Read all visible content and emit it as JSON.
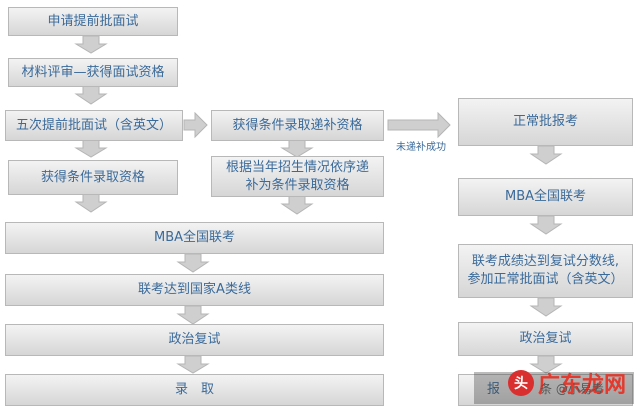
{
  "left_column": {
    "apply": "申请提前批面试",
    "review": "材料评审—获得面试资格",
    "interview": "五次提前批面试（含英文）",
    "conditional": "获得条件录取资格"
  },
  "middle_column": {
    "gain_supplement": "获得条件录取递补资格",
    "supplement_detail": "根据当年招生情况依序递\n补为条件录取资格"
  },
  "wide": {
    "mba_exam": "MBA全国联考",
    "line_a": "联考达到国家A类线",
    "politics": "政治复试",
    "admit": "录　取"
  },
  "right_column": {
    "normal": "正常批报考",
    "mba_exam": "MBA全国联考",
    "score": "联考成绩达到复试分数线,\n参加正常批面试（含英文）",
    "politics": "政治复试",
    "admit_partial": "报"
  },
  "labels": {
    "not_supplemented": "未递补成功"
  },
  "watermark": {
    "badge": "头",
    "brand": "广东龙网",
    "sub": "条 @小易考"
  }
}
